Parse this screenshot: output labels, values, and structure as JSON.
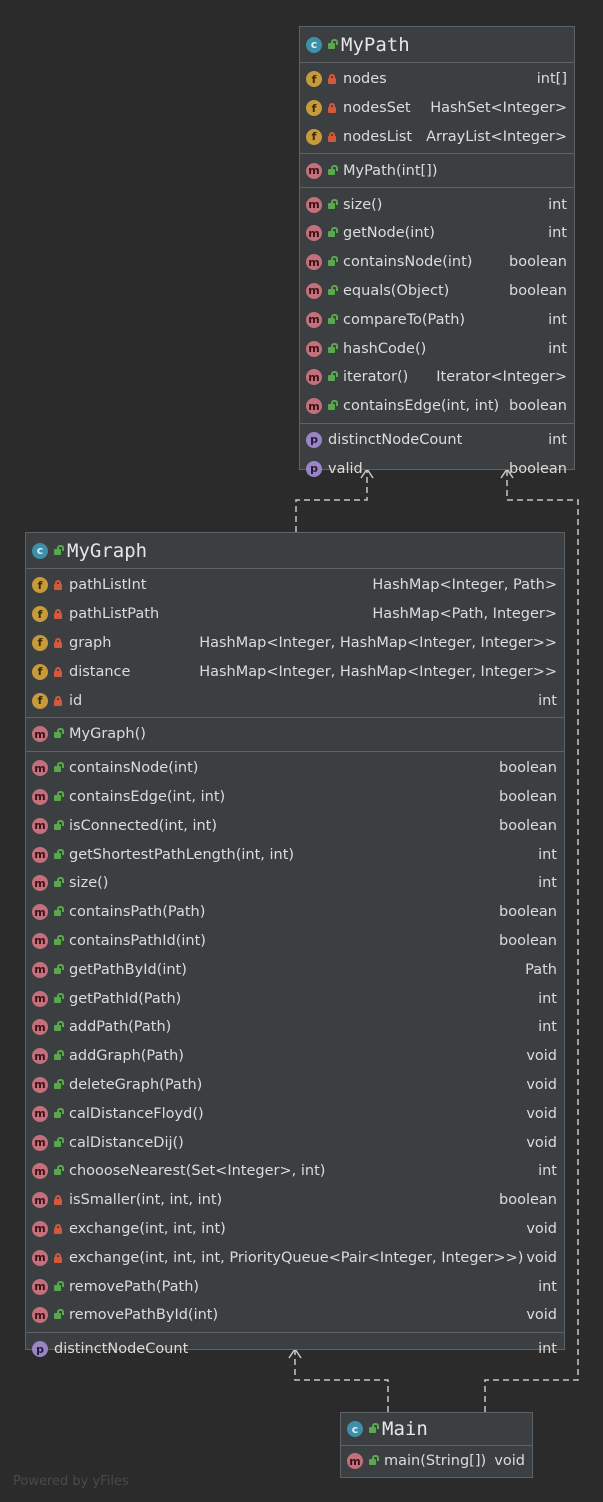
{
  "classes": {
    "mypath": {
      "title": "MyPath",
      "fields": [
        {
          "name": "nodes",
          "type": "int[]",
          "vis": "private"
        },
        {
          "name": "nodesSet",
          "type": "HashSet<Integer>",
          "vis": "private"
        },
        {
          "name": "nodesList",
          "type": "ArrayList<Integer>",
          "vis": "private"
        }
      ],
      "constructors": [
        {
          "name": "MyPath(int[])",
          "type": "",
          "vis": "public"
        }
      ],
      "methods": [
        {
          "name": "size()",
          "type": "int",
          "vis": "public"
        },
        {
          "name": "getNode(int)",
          "type": "int",
          "vis": "public"
        },
        {
          "name": "containsNode(int)",
          "type": "boolean",
          "vis": "public"
        },
        {
          "name": "equals(Object)",
          "type": "boolean",
          "vis": "public"
        },
        {
          "name": "compareTo(Path)",
          "type": "int",
          "vis": "public"
        },
        {
          "name": "hashCode()",
          "type": "int",
          "vis": "public"
        },
        {
          "name": "iterator()",
          "type": "Iterator<Integer>",
          "vis": "public"
        },
        {
          "name": "containsEdge(int, int)",
          "type": "boolean",
          "vis": "public"
        }
      ],
      "properties": [
        {
          "name": "distinctNodeCount",
          "type": "int"
        },
        {
          "name": "valid",
          "type": "boolean"
        }
      ]
    },
    "mygraph": {
      "title": "MyGraph",
      "fields": [
        {
          "name": "pathListInt",
          "type": "HashMap<Integer, Path>",
          "vis": "private"
        },
        {
          "name": "pathListPath",
          "type": "HashMap<Path, Integer>",
          "vis": "private"
        },
        {
          "name": "graph",
          "type": "HashMap<Integer, HashMap<Integer, Integer>>",
          "vis": "private"
        },
        {
          "name": "distance",
          "type": "HashMap<Integer, HashMap<Integer, Integer>>",
          "vis": "private"
        },
        {
          "name": "id",
          "type": "int",
          "vis": "private"
        }
      ],
      "constructors": [
        {
          "name": "MyGraph()",
          "type": "",
          "vis": "public"
        }
      ],
      "methods": [
        {
          "name": "containsNode(int)",
          "type": "boolean",
          "vis": "public"
        },
        {
          "name": "containsEdge(int, int)",
          "type": "boolean",
          "vis": "public"
        },
        {
          "name": "isConnected(int, int)",
          "type": "boolean",
          "vis": "public"
        },
        {
          "name": "getShortestPathLength(int, int)",
          "type": "int",
          "vis": "public"
        },
        {
          "name": "size()",
          "type": "int",
          "vis": "public"
        },
        {
          "name": "containsPath(Path)",
          "type": "boolean",
          "vis": "public"
        },
        {
          "name": "containsPathId(int)",
          "type": "boolean",
          "vis": "public"
        },
        {
          "name": "getPathById(int)",
          "type": "Path",
          "vis": "public"
        },
        {
          "name": "getPathId(Path)",
          "type": "int",
          "vis": "public"
        },
        {
          "name": "addPath(Path)",
          "type": "int",
          "vis": "public"
        },
        {
          "name": "addGraph(Path)",
          "type": "void",
          "vis": "public"
        },
        {
          "name": "deleteGraph(Path)",
          "type": "void",
          "vis": "public"
        },
        {
          "name": "calDistanceFloyd()",
          "type": "void",
          "vis": "public"
        },
        {
          "name": "calDistanceDij()",
          "type": "void",
          "vis": "public"
        },
        {
          "name": "choooseNearest(Set<Integer>, int)",
          "type": "int",
          "vis": "public"
        },
        {
          "name": "isSmaller(int, int, int)",
          "type": "boolean",
          "vis": "private"
        },
        {
          "name": "exchange(int, int, int)",
          "type": "void",
          "vis": "private"
        },
        {
          "name": "exchange(int, int, int, PriorityQueue<Pair<Integer, Integer>>)",
          "type": "void",
          "vis": "private"
        },
        {
          "name": "removePath(Path)",
          "type": "int",
          "vis": "public"
        },
        {
          "name": "removePathById(int)",
          "type": "void",
          "vis": "public"
        }
      ],
      "properties": [
        {
          "name": "distinctNodeCount",
          "type": "int"
        }
      ]
    },
    "main": {
      "title": "Main",
      "methods": [
        {
          "name": "main(String[])",
          "type": "void",
          "vis": "public"
        }
      ]
    }
  },
  "colors": {
    "background": "#2b2b2b",
    "box": "#3c3f41",
    "connector": "#c8c8c8"
  },
  "footer": "Powered by yFiles"
}
